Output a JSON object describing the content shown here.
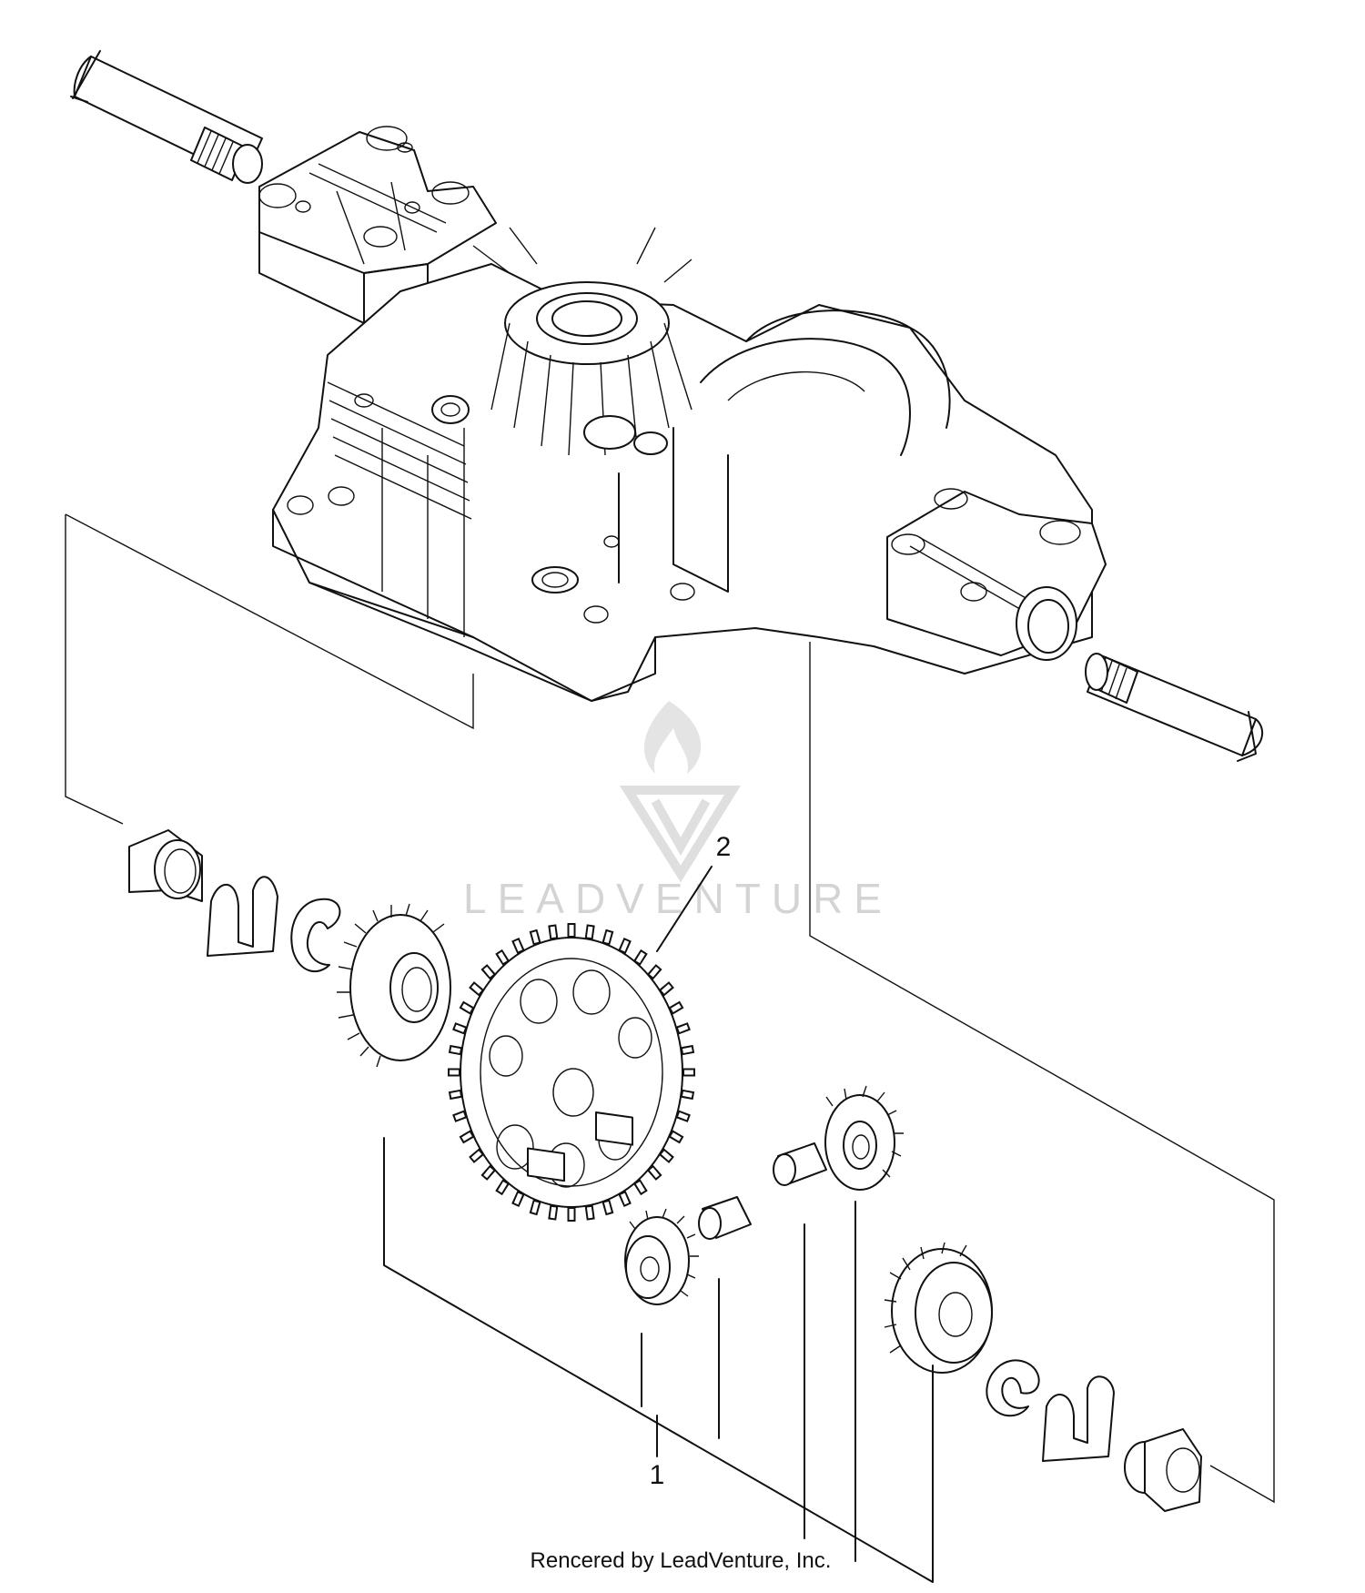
{
  "diagram": {
    "callouts": [
      {
        "id": "callout-1",
        "label": "1"
      },
      {
        "id": "callout-2",
        "label": "2"
      }
    ],
    "credit": "Rencered by LeadVenture, Inc.",
    "watermark": "LEADVENTURE",
    "colors": {
      "line": "#111111",
      "background": "#ffffff",
      "watermark": "#d0d0d0"
    }
  }
}
